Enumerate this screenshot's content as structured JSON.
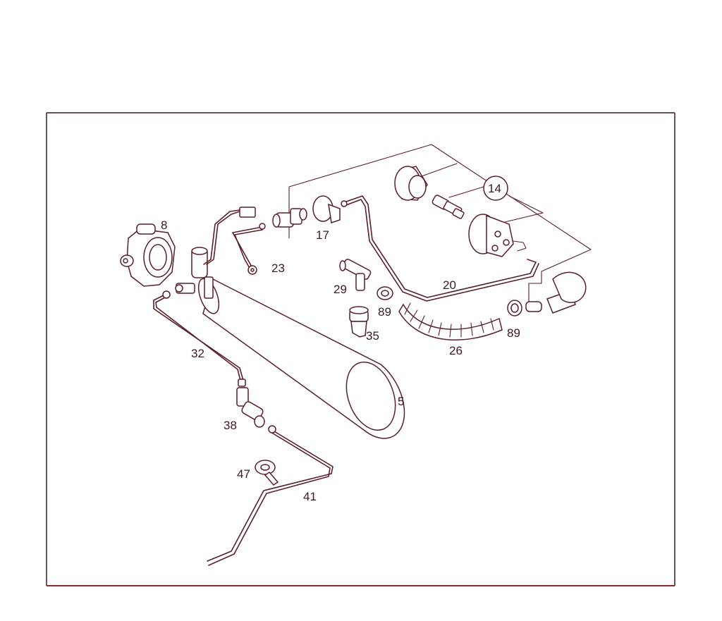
{
  "diagram": {
    "line_color": "#5a1f27",
    "frame_color": "#3d1a1f",
    "labels": {
      "p5": "5",
      "p8": "8",
      "p14": "14",
      "p17": "17",
      "p20": "20",
      "p23": "23",
      "p26": "26",
      "p29": "29",
      "p32": "32",
      "p35": "35",
      "p38": "38",
      "p41": "41",
      "p47": "47",
      "p89a": "89",
      "p89b": "89"
    }
  }
}
